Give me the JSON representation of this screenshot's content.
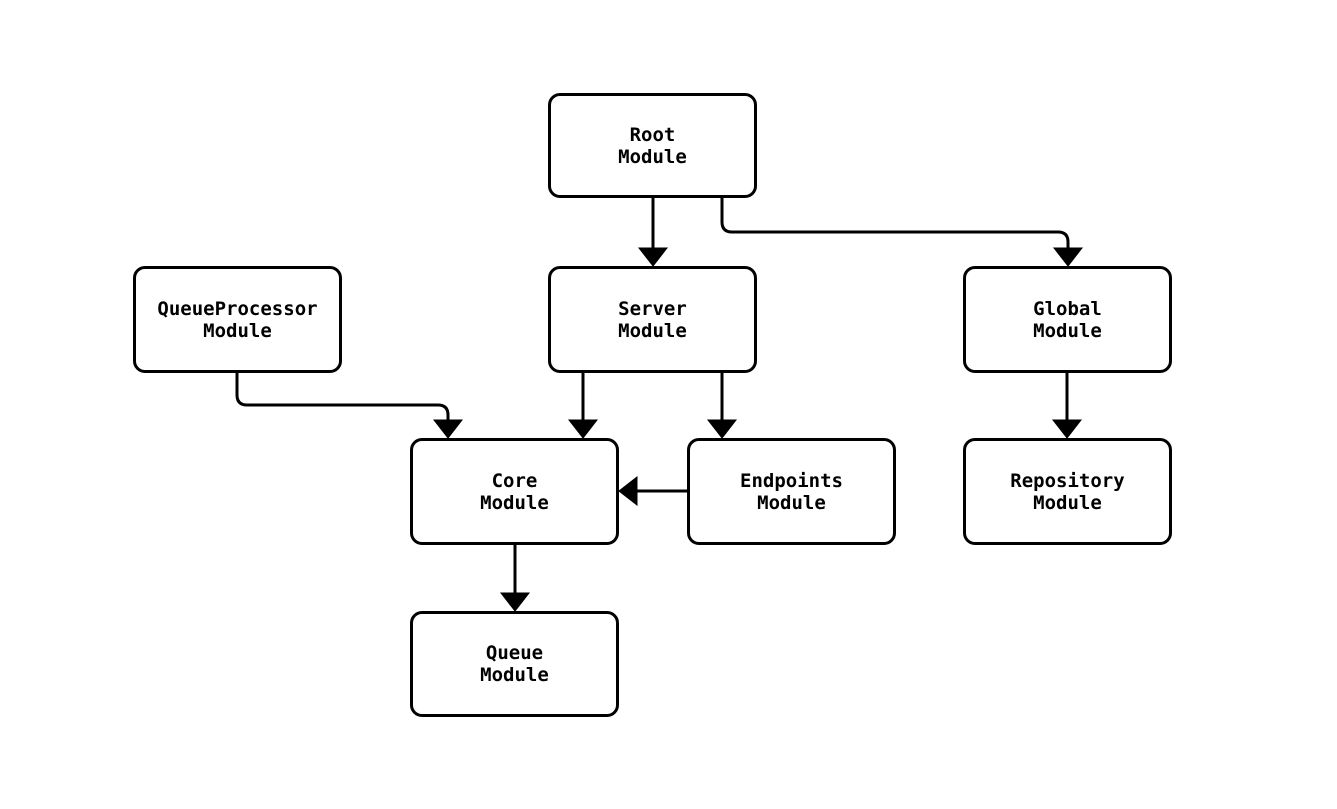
{
  "diagram": {
    "type": "module-dependency-graph",
    "background_color": "#ffffff",
    "node_fill_color": "#ffffff",
    "node_border_color": "#000000",
    "edge_color": "#000000",
    "nodes": {
      "root": {
        "label": "Root\nModule"
      },
      "queueprocessor": {
        "label": "QueueProcessor\nModule"
      },
      "server": {
        "label": "Server\nModule"
      },
      "global": {
        "label": "Global\nModule"
      },
      "core": {
        "label": "Core\nModule"
      },
      "endpoints": {
        "label": "Endpoints\nModule"
      },
      "repository": {
        "label": "Repository\nModule"
      },
      "queue": {
        "label": "Queue\nModule"
      }
    },
    "edges": [
      {
        "from": "Root Module",
        "to": "Server Module"
      },
      {
        "from": "Root Module",
        "to": "Global Module"
      },
      {
        "from": "QueueProcessor Module",
        "to": "Core Module"
      },
      {
        "from": "Server Module",
        "to": "Core Module"
      },
      {
        "from": "Server Module",
        "to": "Endpoints Module"
      },
      {
        "from": "Endpoints Module",
        "to": "Core Module"
      },
      {
        "from": "Global Module",
        "to": "Repository Module"
      },
      {
        "from": "Core Module",
        "to": "Queue Module"
      }
    ]
  }
}
